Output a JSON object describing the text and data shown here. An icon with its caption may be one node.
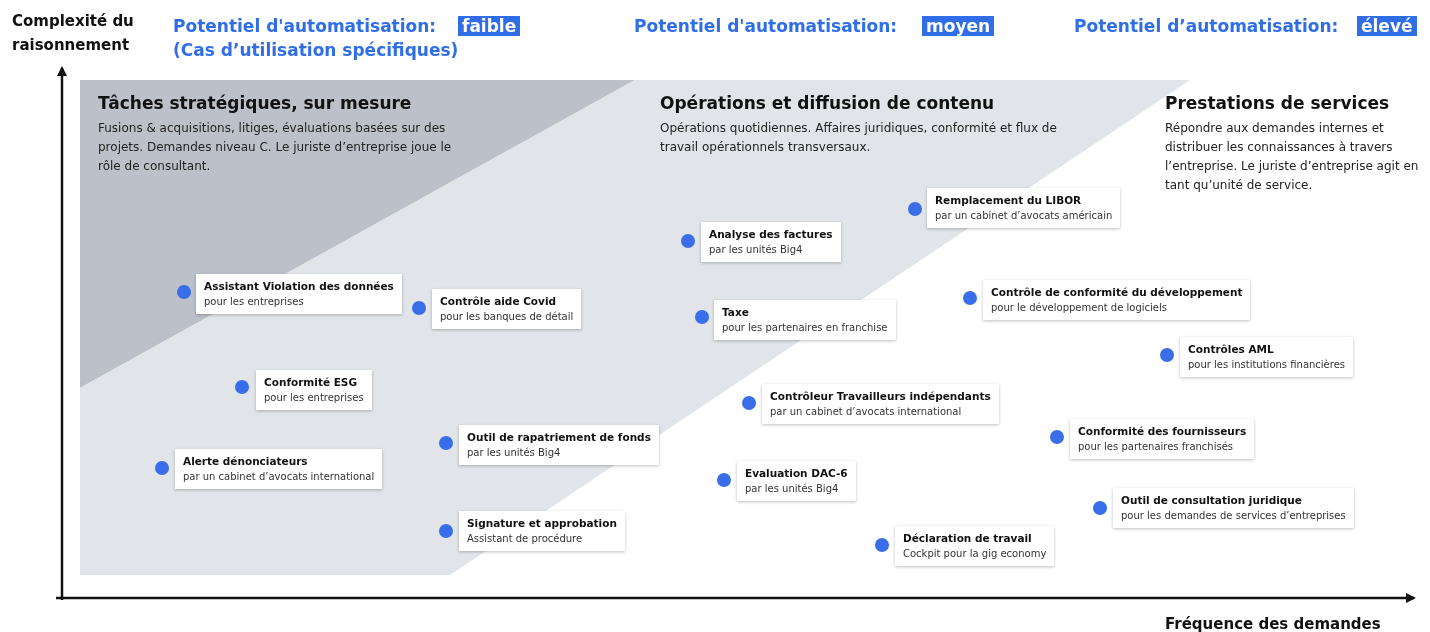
{
  "diagram": {
    "nodes": [
      {
        "text": [
          "Tâches stratégiques, sur mesure",
          "Fusions & acquisitions, litiges, évaluations basées sur des projets. Demandes niveau C. Le juriste d’entreprise joue le rôle de consultant."
        ]
      },
      {
        "text": [
          "Opérations et diffusion de contenu",
          "Opérations quotidiennes. Affaires juridiques, conformité et flux de travail opérationnels transversaux."
        ]
      },
      {
        "text": [
          "Prestations de services",
          "Répondre aux demandes internes et distribuer les connaissances à travers l’entreprise. Le juriste d’entreprise agit en tant qu’unité de service."
        ]
      },
      {
        "text": [
          "Assistant Violation des données",
          "pour les entreprises"
        ]
      },
      {
        "text": [
          "Contrôle aide Covid",
          "pour les banques de détail"
        ]
      },
      {
        "text": [
          "Conformité ESG",
          "pour les entreprises"
        ]
      },
      {
        "text": [
          "Alerte dénonciateurs",
          "par un cabinet d’avocats international"
        ]
      },
      {
        "text": [
          "Outil de rapatriement de fonds",
          "par les unités Big4"
        ]
      },
      {
        "text": [
          "Signature et approbation",
          "Assistant de procédure"
        ]
      },
      {
        "text": [
          "Remplacement du LIBOR",
          "par un cabinet d’avocats américain"
        ]
      },
      {
        "text": [
          "Analyse des factures",
          "par les unités Big4"
        ]
      },
      {
        "text": [
          "Contrôle de conformité du développement",
          "pour le développement de logiciels"
        ]
      },
      {
        "text": [
          "Taxe",
          "pour les partenaires en franchise"
        ]
      },
      {
        "text": [
          "Contrôles AML",
          "pour les institutions financières"
        ]
      },
      {
        "text": [
          "Contrôleur Travailleurs indépendants",
          "par un cabinet d’avocats international"
        ]
      },
      {
        "text": [
          "Conformité des fournisseurs",
          "pour les partenaires franchisés"
        ]
      },
      {
        "text": [
          "Evaluation DAC-6",
          "par les unités Big4"
        ]
      },
      {
        "text": [
          "Outil de consultation juridique",
          "pour les demandes de services d’entreprises"
        ]
      },
      {
        "text": [
          "Déclaration de travail",
          "Cockpit pour la gig economy"
        ]
      }
    ],
    "labels": [
      "Complexité du raisonnement",
      "Potentiel d'automatisation:",
      "faible",
      "(Cas d’utilisation spécifiques)",
      "Potentiel d'automatisation:",
      "moyen",
      "Potentiel d’automatisation:",
      "élevé",
      "Fréquence des demandes"
    ]
  }
}
